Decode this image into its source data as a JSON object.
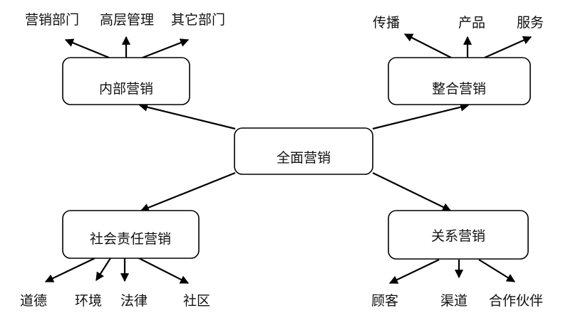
{
  "center": {
    "label": "全面营销"
  },
  "branches": {
    "internal": {
      "label": "内部营销",
      "leaves": [
        "营销部门",
        "高层管理",
        "其它部门"
      ]
    },
    "integrated": {
      "label": "整合营销",
      "leaves": [
        "传播",
        "产品",
        "服务"
      ]
    },
    "social": {
      "label": "社会责任营销",
      "leaves": [
        "道德",
        "环境",
        "法律",
        "社区"
      ]
    },
    "relationship": {
      "label": "关系营销",
      "leaves": [
        "顾客",
        "渠道",
        "合作伙伴"
      ]
    }
  },
  "colors": {
    "stroke": "#000000",
    "text": "#111111",
    "background": "#ffffff"
  }
}
